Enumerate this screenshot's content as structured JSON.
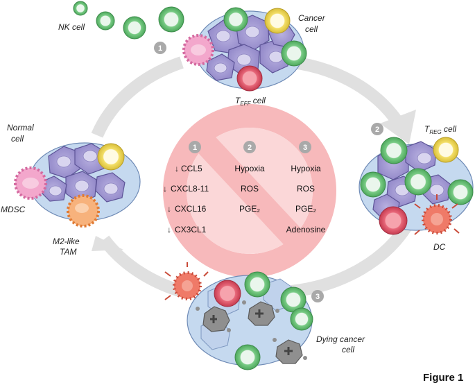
{
  "labels": {
    "nk_cell": "NK cell",
    "cancer_cell": "Cancer",
    "cancer_cell_2": "cell",
    "teff_t": "T",
    "teff_sub": "EFF",
    "teff_suffix": " cell",
    "normal_cell": "Normal",
    "normal_cell_2": "cell",
    "treg_t": "T",
    "treg_sub": "REG",
    "treg_suffix": " cell",
    "mdsc": "MDSC",
    "m2_tam": "M2-like",
    "m2_tam_2": "TAM",
    "dc": "DC",
    "dying_cancer": "Dying cancer",
    "dying_cancer_2": "cell",
    "figure": "Figure 1"
  },
  "badges": [
    "1",
    "2",
    "3"
  ],
  "table": {
    "headers": [
      "1",
      "2",
      "3"
    ],
    "col1": [
      "CCL5",
      "CXCL8-11",
      "CXCL16",
      "CX3CL1"
    ],
    "col2": [
      "Hypoxia",
      "ROS",
      "PGE₂"
    ],
    "col3": [
      "Hypoxia",
      "ROS",
      "PGE₂",
      "Adenosine"
    ],
    "down_arrow": "↓"
  },
  "colors": {
    "cycle_arrow": "#dedede",
    "no_sign": "#f6b6b8",
    "badge": "#a9a9a9",
    "tumor_cell": "#a89fd4",
    "stroma_cell": "#b7cdea",
    "green_cell": "#6cc27a",
    "yellow_cell": "#f2dc5d",
    "red_cell": "#e4566a",
    "pink_cell": "#ef94c0",
    "orange_cell": "#f5a05a",
    "dc_cell": "#ef6e5a",
    "dying_cell": "#8c8c8c"
  }
}
